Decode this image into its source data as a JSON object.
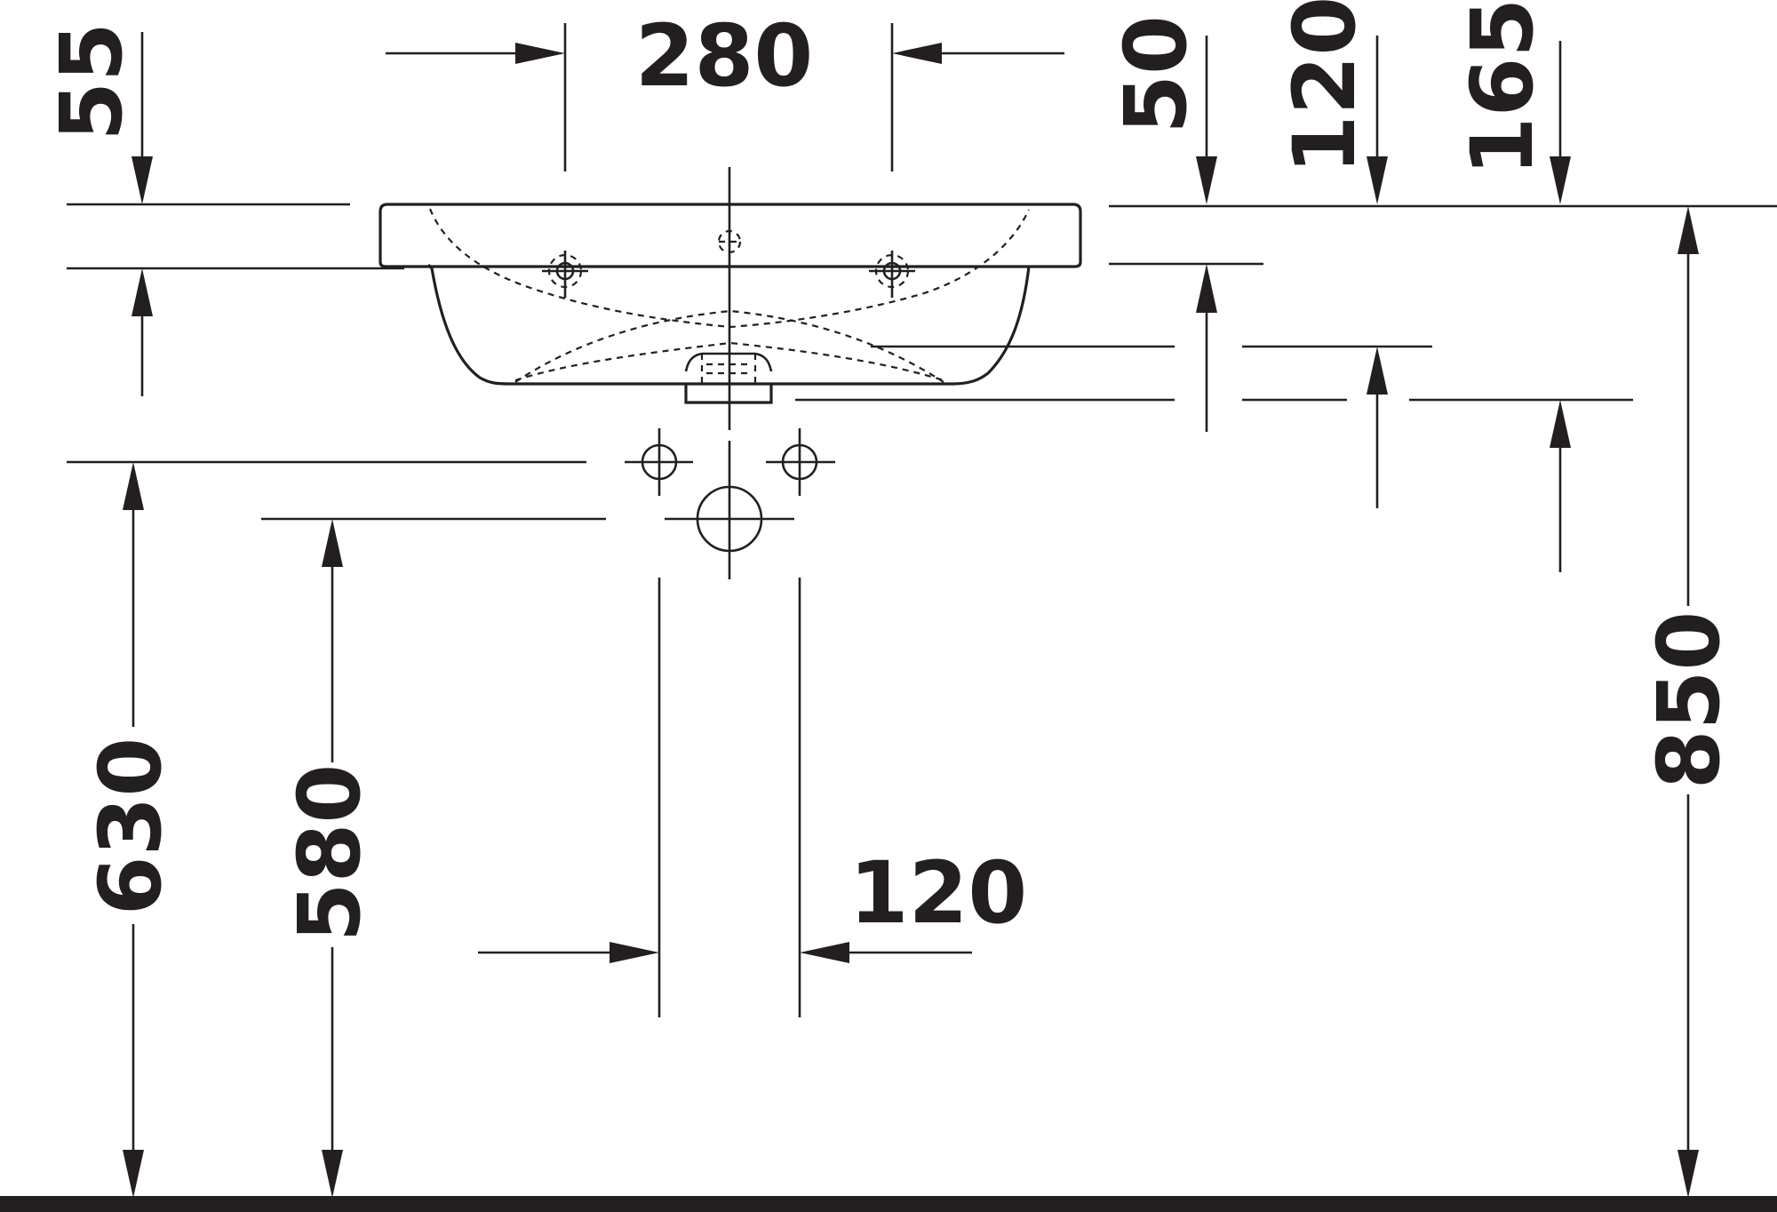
{
  "drawing": {
    "dimensions": {
      "top_width": "280",
      "rim_thickness": "55",
      "rim_overhang": "50",
      "top_to_outlet": "120",
      "top_to_waste": "165",
      "overall_height": "850",
      "supply_height": "630",
      "waste_height": "580",
      "supply_spacing": "120"
    },
    "line_color": "#231f20"
  }
}
